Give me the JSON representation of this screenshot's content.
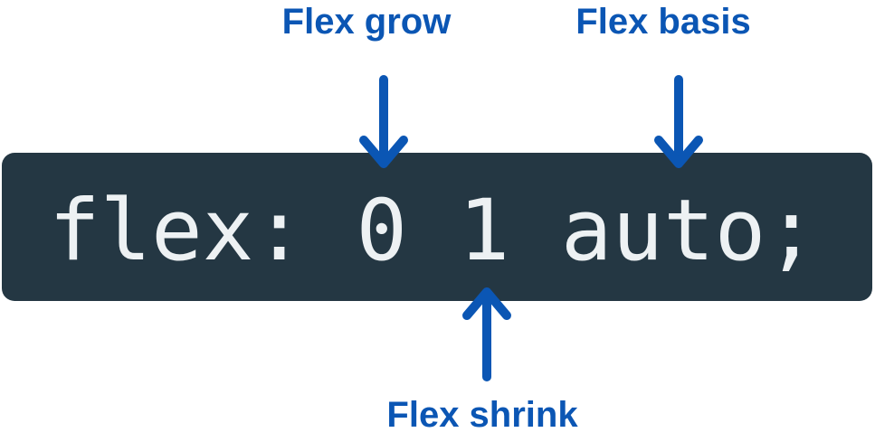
{
  "diagram": {
    "code": "flex: 0 1 auto;",
    "annotations": [
      {
        "label": "Flex grow",
        "points_to": "0",
        "arrow_direction": "down"
      },
      {
        "label": "Flex basis",
        "points_to": "auto",
        "arrow_direction": "down"
      },
      {
        "label": "Flex shrink",
        "points_to": "1",
        "arrow_direction": "up"
      }
    ],
    "colors": {
      "accent_blue": "#0b56b4",
      "code_background": "#243743",
      "code_text": "#edf1f3",
      "page_background": "#ffffff"
    }
  }
}
